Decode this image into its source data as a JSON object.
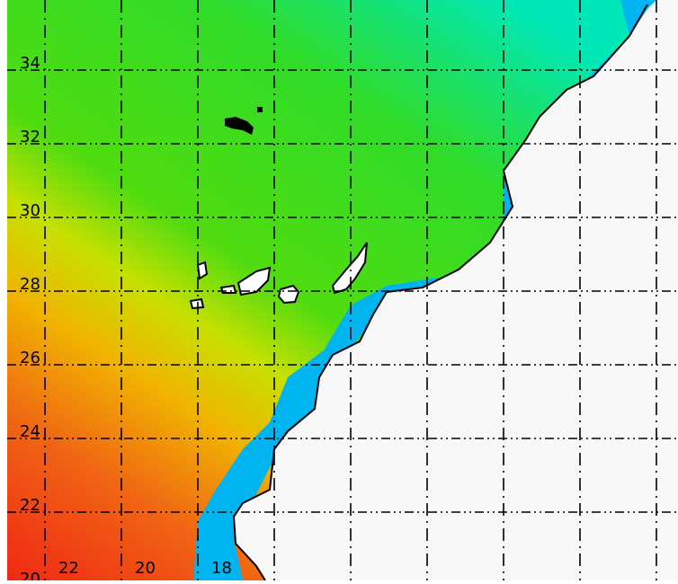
{
  "map": {
    "lat_labels": [
      "34",
      "32",
      "30",
      "28",
      "26",
      "24",
      "22",
      "20"
    ],
    "lon_labels": [
      "22",
      "20",
      "18"
    ],
    "colors": {
      "open_ocean_north": "#00e8a0",
      "mid_ocean": "#28dc28",
      "yellow_band": "#d8e000",
      "orange_band": "#f0a000",
      "warm_south": "#f03c14",
      "coastal_upwelling": "#00b4f0",
      "land": "#f8f8f8",
      "grid": "#000000",
      "islands_dark": "#000000"
    }
  }
}
